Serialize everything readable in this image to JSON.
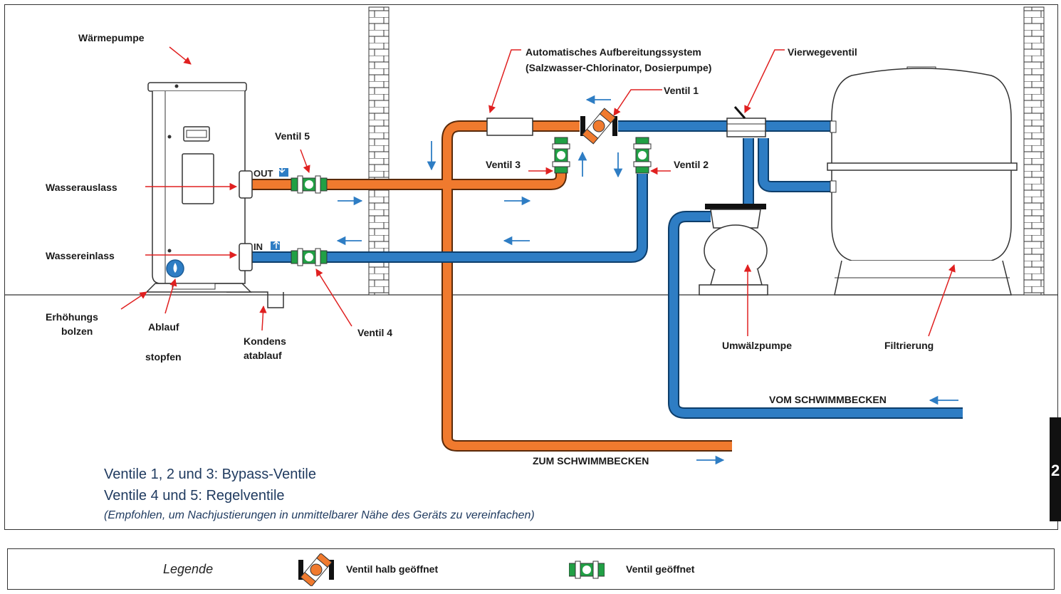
{
  "labels": {
    "heat_pump": "Wärmepumpe",
    "water_outlet": "Wasserauslass",
    "water_inlet": "Wassereinlass",
    "raise_bolts_1": "Erhöhungs",
    "raise_bolts_2": "bolzen",
    "drain_plug_1": "Ablauf",
    "drain_plug_2": "stopfen",
    "condensate_1": "Kondens",
    "condensate_2": "atablauf",
    "valve5": "Ventil 5",
    "valve4": "Ventil 4",
    "valve3": "Ventil 3",
    "valve2": "Ventil 2",
    "valve1": "Ventil 1",
    "treatment_1": "Automatisches Aufbereitungssystem",
    "treatment_2": "(Salzwasser-Chlorinator, Dosierpumpe)",
    "four_way": "Vierwegeventil",
    "pump": "Umwälzpumpe",
    "filter": "Filtrierung",
    "from_pool": "VOM SCHWIMMBECKEN",
    "to_pool": "ZUM SCHWIMMBECKEN",
    "out_tag": "OUT",
    "in_tag": "IN"
  },
  "notes": {
    "bypass": "Ventile 1, 2 und 3: Bypass-Ventile",
    "regulation": "Ventile 4 und 5: Regelventile",
    "recommendation": "(Empfohlen, um Nachjustierungen in unmittelbarer Nähe des Geräts zu vereinfachen)"
  },
  "legend": {
    "title": "Legende",
    "half_open": "Ventil halb geöffnet",
    "open": "Ventil geöffnet"
  },
  "side_tab": "2",
  "colors": {
    "hot_pipe": "#f07a2e",
    "cold_pipe": "#2e7dc4",
    "valve_open": "#21a045",
    "annotation": "#e02020",
    "flow_arrow": "#2e7dc4"
  }
}
